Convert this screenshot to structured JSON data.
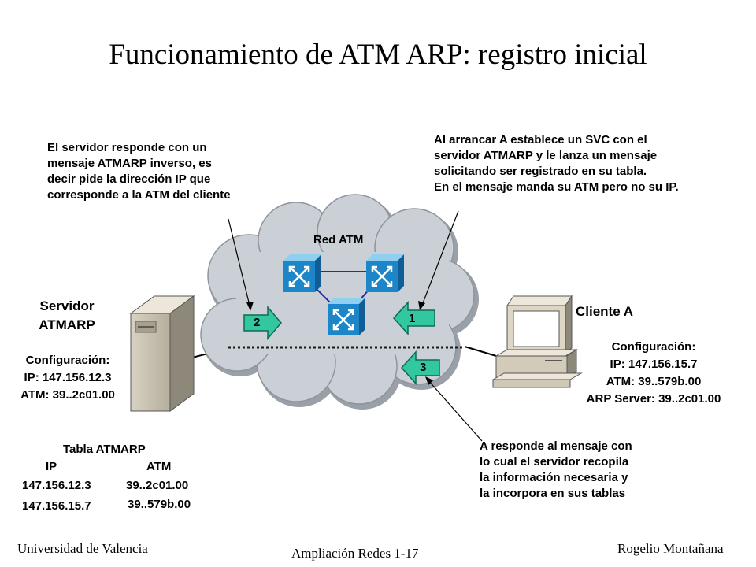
{
  "title": "Funcionamiento de ATM ARP: registro inicial",
  "note_left": "El servidor responde con un\nmensaje ATMARP inverso, es\ndecir pide la dirección IP que\ncorresponde a la ATM del cliente",
  "note_right_top": "Al arrancar A establece un SVC con el\nservidor ATMARP y le lanza un mensaje\nsolicitando ser registrado en su tabla.\nEn el mensaje manda su ATM pero no su IP.",
  "note_right_bottom": "A responde al mensaje con\nlo cual el servidor recopila\nla información necesaria y\nla incorpora en sus tablas",
  "cloud_label": "Red ATM",
  "server": {
    "title_line1": "Servidor",
    "title_line2": "ATMARP",
    "config_title": "Configuración:",
    "ip": "IP: 147.156.12.3",
    "atm": "ATM: 39..2c01.00"
  },
  "client": {
    "title": "Cliente A",
    "config_title": "Configuración:",
    "ip": "IP: 147.156.15.7",
    "atm": "ATM: 39..579b.00",
    "arp_server": "ARP Server: 39..2c01.00"
  },
  "table": {
    "title": "Tabla ATMARP",
    "col_ip": "IP",
    "col_atm": "ATM",
    "rows": [
      {
        "ip": "147.156.12.3",
        "atm": "39..2c01.00"
      },
      {
        "ip": "147.156.15.7",
        "atm": "39..579b.00"
      }
    ]
  },
  "arrows": {
    "a1": "1",
    "a2": "2",
    "a3": "3"
  },
  "footer": {
    "left": "Universidad de Valencia",
    "center": "Ampliación Redes 1-17",
    "right": "Rogelio Montañana"
  },
  "colors": {
    "cloud": "#c9cdd3",
    "switch": "#1c86c8",
    "arrow": "#33c7a0",
    "link": "#2a2aa8"
  },
  "icons": [
    "atm-switch-icon",
    "server-tower-icon",
    "computer-icon"
  ]
}
